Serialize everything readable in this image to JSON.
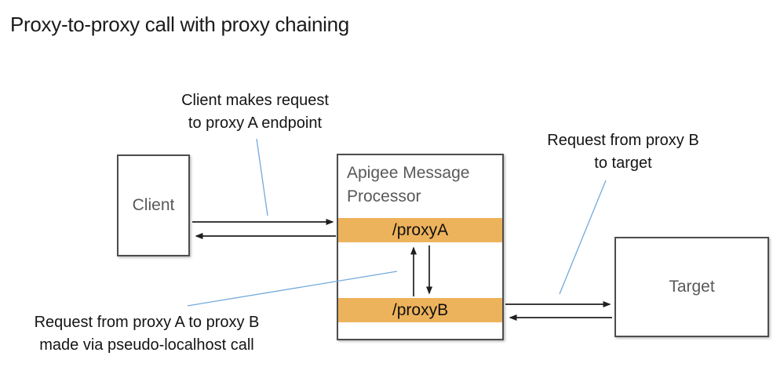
{
  "title": "Proxy-to-proxy call with proxy chaining",
  "annotations": {
    "client_request": "Client makes request\nto proxy A endpoint",
    "proxy_b_to_target": "Request from proxy B\nto target",
    "proxy_a_to_proxy_b": "Request from proxy A to proxy B\nmade via pseudo-localhost call"
  },
  "nodes": {
    "client": {
      "label": "Client"
    },
    "message_processor": {
      "title": "Apigee Message\nProcessor",
      "endpoints": [
        {
          "label": "/proxyA"
        },
        {
          "label": "/proxyB"
        }
      ]
    },
    "target": {
      "label": "Target"
    }
  },
  "colors": {
    "endpoint_bar": "#EDB35C",
    "leader_line": "#74A9DC",
    "box_border": "#4D4D4D",
    "node_label": "#595959",
    "arrow": "#1F1F1F"
  }
}
